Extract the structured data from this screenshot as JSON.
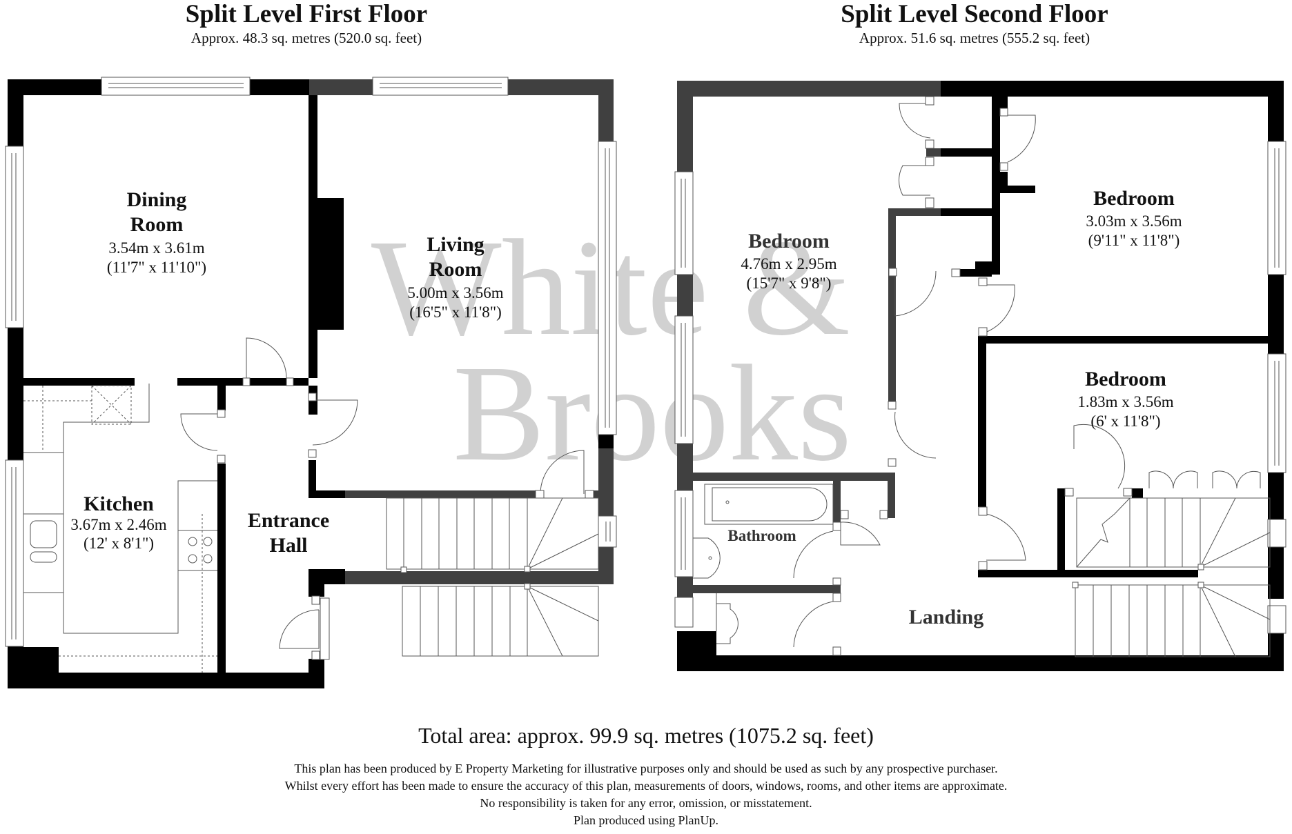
{
  "watermark": {
    "line1": "White &",
    "line2": "Brooks",
    "color": "#c9c9c9"
  },
  "first_floor": {
    "title": "Split Level First Floor",
    "area": "Approx. 48.3 sq. metres (520.0 sq. feet)",
    "rooms": [
      {
        "name_line1": "Dining",
        "name_line2": "Room",
        "dim_m": "3.54m x 3.61m",
        "dim_ft": "(11'7\" x 11'10\")"
      },
      {
        "name_line1": "Living",
        "name_line2": "Room",
        "dim_m": "5.00m x 3.56m",
        "dim_ft": "(16'5\" x 11'8\")"
      },
      {
        "name_line1": "Kitchen",
        "dim_m": "3.67m x 2.46m",
        "dim_ft": "(12' x 8'1\")"
      },
      {
        "name_line1": "Entrance",
        "name_line2": "Hall"
      }
    ]
  },
  "second_floor": {
    "title": "Split Level Second Floor",
    "area": "Approx. 51.6 sq. metres (555.2 sq. feet)",
    "rooms": [
      {
        "name_line1": "Bedroom",
        "dim_m": "4.76m x 2.95m",
        "dim_ft": "(15'7\" x 9'8\")"
      },
      {
        "name_line1": "Bedroom",
        "dim_m": "3.03m x 3.56m",
        "dim_ft": "(9'11\" x 11'8\")"
      },
      {
        "name_line1": "Bedroom",
        "dim_m": "1.83m x 3.56m",
        "dim_ft": "(6' x 11'8\")"
      },
      {
        "name_line1": "Bathroom"
      },
      {
        "name_line1": "Landing"
      }
    ]
  },
  "footer": {
    "total_area": "Total area: approx. 99.9 sq. metres (1075.2 sq. feet)",
    "disclaimer": [
      "This plan has been produced by E Property Marketing for illustrative purposes only and should be used as such by any prospective purchaser.",
      "Whilst every effort has been made to ensure the accuracy of this plan, measurements of doors, windows, rooms, and other items are approximate.",
      "No responsibility is taken for any error, omission, or misstatement.",
      "Plan produced using PlanUp."
    ]
  },
  "colors": {
    "wall": "#000000",
    "wall_shared": "#404040",
    "line": "#555555"
  }
}
